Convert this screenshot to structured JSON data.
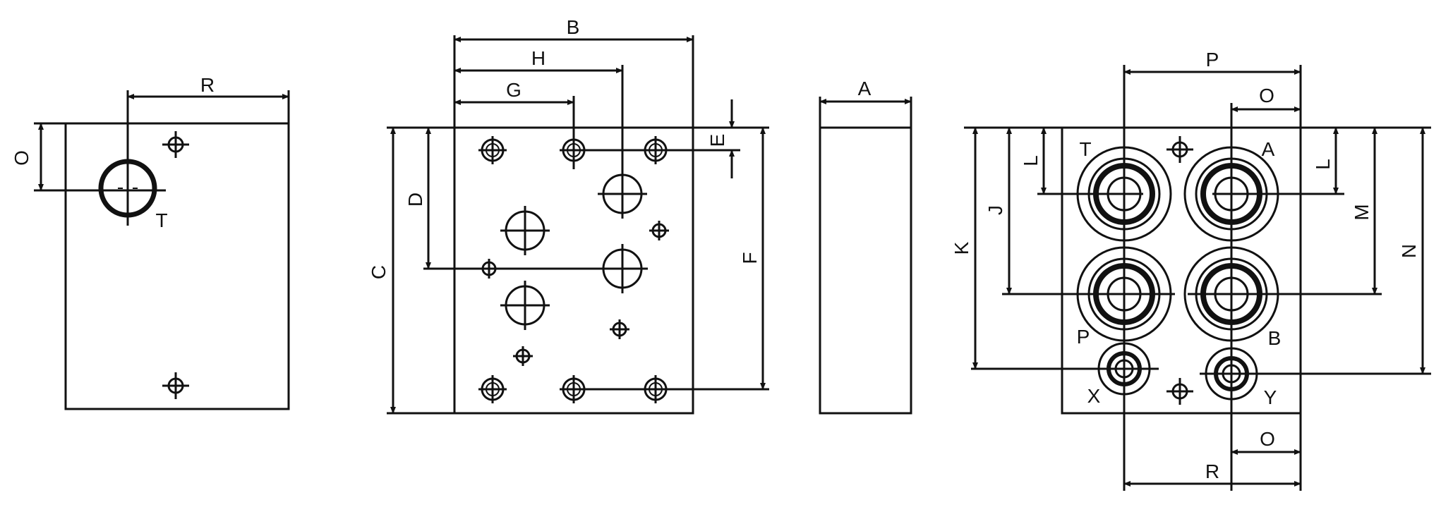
{
  "colors": {
    "stroke": "#111111",
    "background": "#ffffff"
  },
  "views": {
    "side_left": {
      "dims": {
        "R": "R",
        "O": "O"
      },
      "ports": {
        "T": "T"
      }
    },
    "front": {
      "dims": {
        "B": "B",
        "H": "H",
        "G": "G",
        "E": "E",
        "D": "D",
        "C": "C",
        "F": "F"
      }
    },
    "thickness": {
      "dims": {
        "A": "A"
      }
    },
    "ports_face": {
      "dims": {
        "P": "P",
        "O_top": "O",
        "L_left": "L",
        "L_right": "L",
        "J": "J",
        "K": "K",
        "M": "M",
        "N": "N",
        "O_bottom": "O",
        "R": "R"
      },
      "ports": {
        "T": "T",
        "A": "A",
        "P": "P",
        "B": "B",
        "X": "X",
        "Y": "Y"
      }
    }
  }
}
